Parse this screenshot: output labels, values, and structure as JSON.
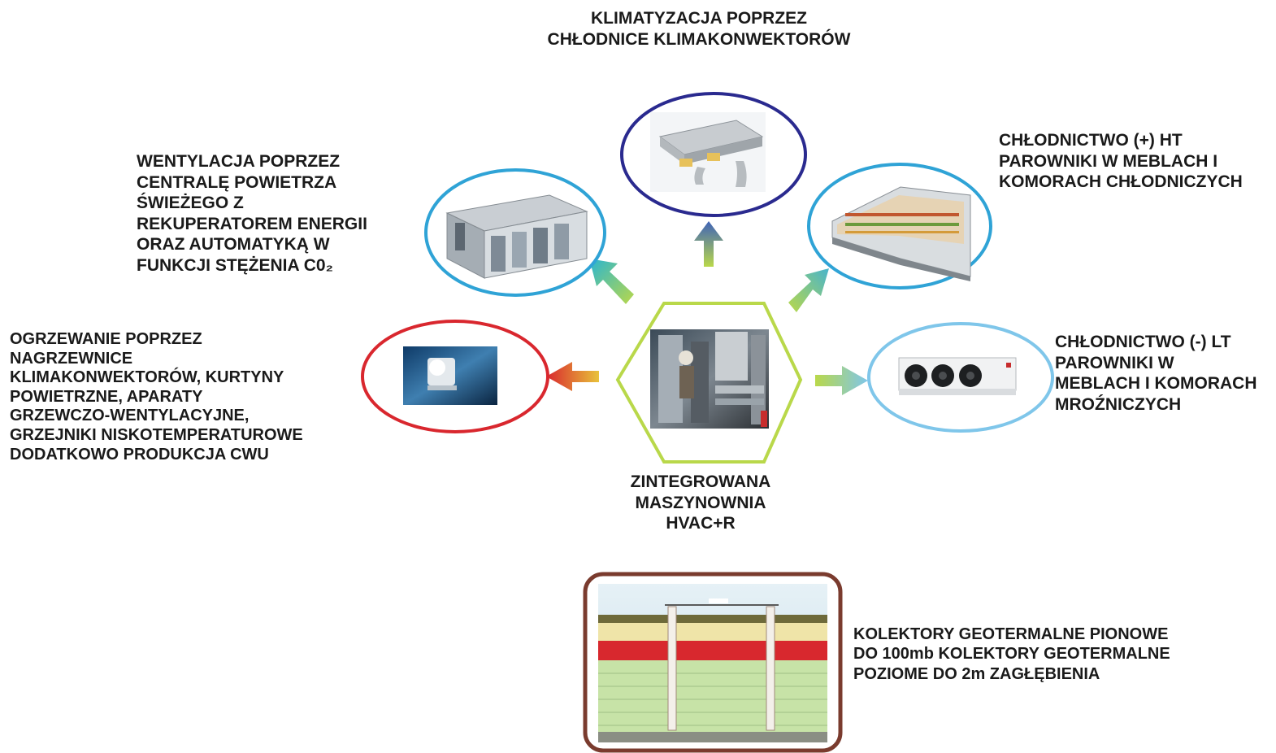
{
  "title_top": [
    "KLIMATYZACJA POPRZEZ",
    "CHŁODNICE KLIMAKONWEKTORÓW"
  ],
  "ventilation": [
    "WENTYLACJA POPRZEZ",
    "CENTRALĘ POWIETRZA",
    "ŚWIEŻEGO Z",
    "REKUPERATOREM ENERGII",
    "ORAZ AUTOMATYKĄ W",
    "FUNKCJI STĘŻENIA C0₂"
  ],
  "cooling_ht": [
    "CHŁODNICTWO (+) HT",
    "PAROWNIKI W MEBLACH I",
    "KOMORACH CHŁODNICZYCH"
  ],
  "heating": [
    "OGRZEWANIE POPRZEZ",
    "NAGRZEWNICE",
    "KLIMAKONWEKTORÓW, KURTYNY",
    "POWIETRZNE, APARATY",
    "GRZEWCZO-WENTYLACYJNE,",
    "GRZEJNIKI NISKOTEMPERATUROWE",
    "DODATKOWO PRODUKCJA CWU"
  ],
  "cooling_lt": [
    "CHŁODNICTWO (-) LT",
    "PAROWNIKI W",
    "MEBLACH I KOMORACH",
    "MROŹNICZYCH"
  ],
  "center": [
    "ZINTEGROWANA",
    "MASZYNOWNIA",
    "HVAC+R"
  ],
  "geothermal": [
    "KOLEKTORY GEOTERMALNE PIONOWE",
    "DO 100mb KOLEKTORY GEOTERMALNE",
    "POZIOME DO 2m ZAGŁĘBIENIA"
  ],
  "colors": {
    "top_ring": "#2a2a8f",
    "ventilation_ring": "#2fa3d6",
    "cooling_ht_ring": "#2fa3d6",
    "heating_ring": "#d9272e",
    "cooling_lt_ring": "#7fc6ea",
    "hexagon": "#b9d84a",
    "geo_frame": "#7a3b2e"
  }
}
